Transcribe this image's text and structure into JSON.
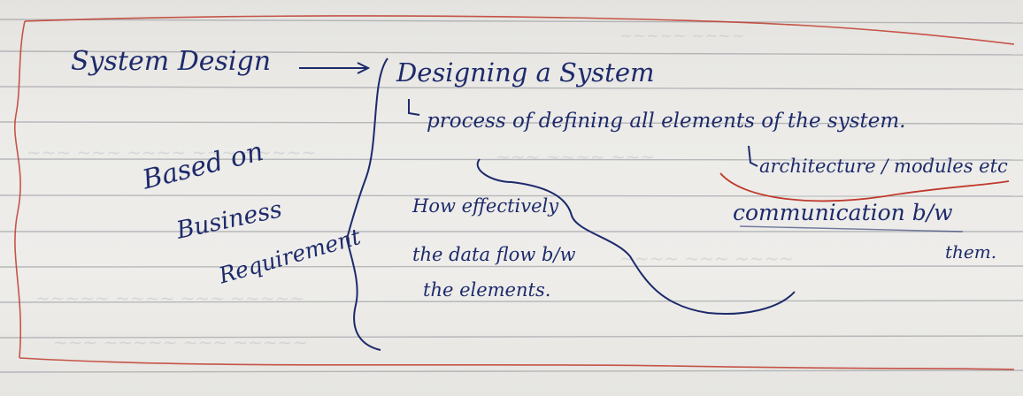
{
  "note": {
    "heading": "System Design",
    "definition": "Designing a System",
    "process": "process of defining all elements of the system.",
    "architecture": "architecture / modules etc",
    "communication": "communication b/w",
    "them": "them.",
    "effectively": "How effectively",
    "data_flow": "the data flow b/w",
    "elements": "the elements.",
    "based_on": "Based on",
    "business": "Business",
    "requirement": "Requirement"
  },
  "colors": {
    "ink": "#1d2a6b",
    "margin_line": "#c0392b",
    "ruled_line": "#8a8d94",
    "paper": "#ebeae6"
  }
}
